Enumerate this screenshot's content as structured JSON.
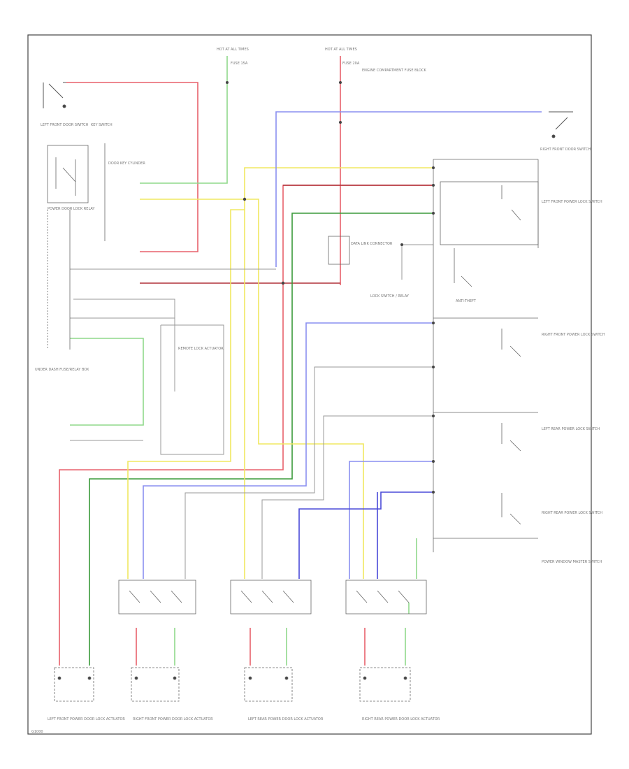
{
  "colors": {
    "red": "#e8616b",
    "darkred": "#b03038",
    "green": "#8fd88a",
    "darkgreen": "#3a9a3a",
    "yellow": "#f0e860",
    "blue": "#8a8ff0",
    "darkblue": "#4a4ad8",
    "border": "#444444"
  },
  "labels": {
    "fuse_top_left": "HOT AT ALL TIMES",
    "fuse_top_left_sub": "FUSE 15A",
    "fuse_top_right": "HOT AT ALL TIMES",
    "fuse_top_right_sub": "FUSE 20A",
    "fuse_top_right_note": "ENGINE COMPARTMENT FUSE BLOCK",
    "lf_door_sw": "LEFT FRONT DOOR SWITCH",
    "rf_door_sw": "RIGHT FRONT DOOR SWITCH",
    "key_sw": "KEY SWITCH",
    "key_sw_sub": "DOOR KEY CYLINDER",
    "power_lock_relay": "POWER DOOR LOCK RELAY",
    "under_dash": "UNDER DASH FUSE/RELAY BOX",
    "data_link": "DATA LINK CONNECTOR",
    "lock_sw_relay": "LOCK SWITCH / RELAY",
    "anti_theft": "ANTI-THEFT",
    "remote_lock": "REMOTE LOCK ACTUATOR",
    "lf_lock_sw": "LEFT FRONT POWER LOCK SWITCH",
    "rf_lock_sw": "RIGHT FRONT POWER LOCK SWITCH",
    "lr_lock_sw": "LEFT REAR POWER LOCK SWITCH",
    "rr_lock_sw": "RIGHT REAR POWER LOCK SWITCH",
    "power_window": "POWER WINDOW MASTER SWITCH",
    "lf_actuator": "LEFT FRONT POWER DOOR LOCK ACTUATOR",
    "rf_actuator": "RIGHT FRONT POWER DOOR LOCK ACTUATOR",
    "lr_actuator": "LEFT REAR POWER DOOR LOCK ACTUATOR",
    "rr_actuator": "RIGHT REAR POWER DOOR LOCK ACTUATOR",
    "footer": "G1000"
  }
}
